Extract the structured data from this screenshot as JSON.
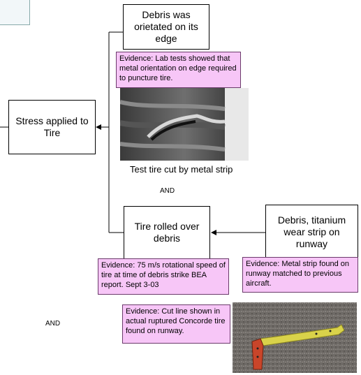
{
  "nodes": {
    "debris_edge": "Debris was orietated on its edge",
    "stress": "Stress applied to Tire",
    "tire_rolled": "Tire rolled over debris",
    "debris_strip": "Debris, titanium wear strip on runway"
  },
  "evidence": {
    "lab_tests": "Evidence:  Lab tests showed that metal orientation on edge required to puncture tire.",
    "rotational_speed": "Evidence:  75 m/s rotational speed of tire at time of debris strike BEA report.  Sept 3-03",
    "strip_found": "Evidence:  Metal strip found on runway matched to previous aircraft.",
    "cut_line": "Evidence:  Cut line shown in actual ruptured Concorde tire found on runway."
  },
  "labels": {
    "test_tire_caption": "Test tire cut by metal strip",
    "and_center": "AND",
    "and_left": "AND"
  },
  "colors": {
    "evidence_fill": "#f7c6f7",
    "line": "#000000"
  }
}
